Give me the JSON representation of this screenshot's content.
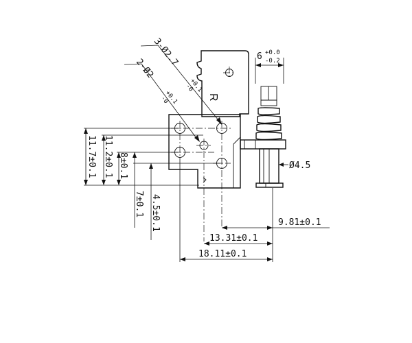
{
  "part": {
    "side_mark": "R"
  },
  "callouts": {
    "hole_3": {
      "label": "3-Ø2.7",
      "tol_upper": "+0.1",
      "tol_lower": "-0"
    },
    "hole_2": {
      "label": "2-Ø2",
      "tol_upper": "+0.1",
      "tol_lower": "-0"
    }
  },
  "dimensions": {
    "top_width": {
      "label": "6",
      "tol_upper": "+0.0",
      "tol_lower": "-0.2"
    },
    "shaft_dia": "Ø4.5",
    "horiz_9_81": "9.81±0.1",
    "horiz_13_31": "13.31±0.1",
    "horiz_18_11": "18.11±0.1",
    "vert_11_7": "11.7±0.1",
    "vert_11_2": "11.2±0.1",
    "vert_8": "8±0.1",
    "vert_7": "7±0.1",
    "vert_4_5": "4.5±0.1"
  }
}
